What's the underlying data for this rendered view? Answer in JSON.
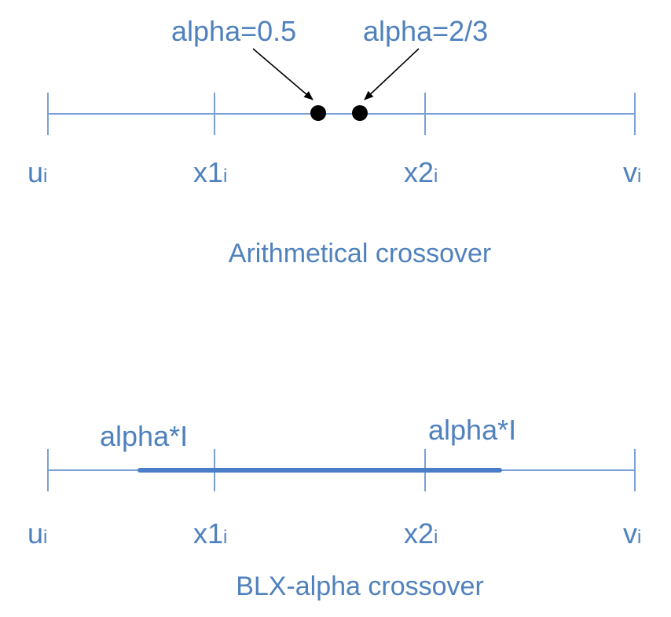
{
  "colors": {
    "text": "#4f81bd",
    "axis": "#7ba0d3",
    "interval": "#4a7dc7",
    "dot": "#000000"
  },
  "arithmetical": {
    "caption": "Arithmetical crossover",
    "alpha_half_label": "alpha=0.5",
    "alpha_two_thirds_label": "alpha=2/3",
    "points": [
      {
        "main": "u",
        "sub": "i"
      },
      {
        "main": "x1",
        "sub": "i"
      },
      {
        "main": "x2",
        "sub": "i"
      },
      {
        "main": "v",
        "sub": "i"
      }
    ]
  },
  "blx": {
    "caption": "BLX-alpha crossover",
    "left_extension_label": "alpha*I",
    "right_extension_label": "alpha*I",
    "points": [
      {
        "main": "u",
        "sub": "i"
      },
      {
        "main": "x1",
        "sub": "i"
      },
      {
        "main": "x2",
        "sub": "i"
      },
      {
        "main": "v",
        "sub": "i"
      }
    ]
  }
}
